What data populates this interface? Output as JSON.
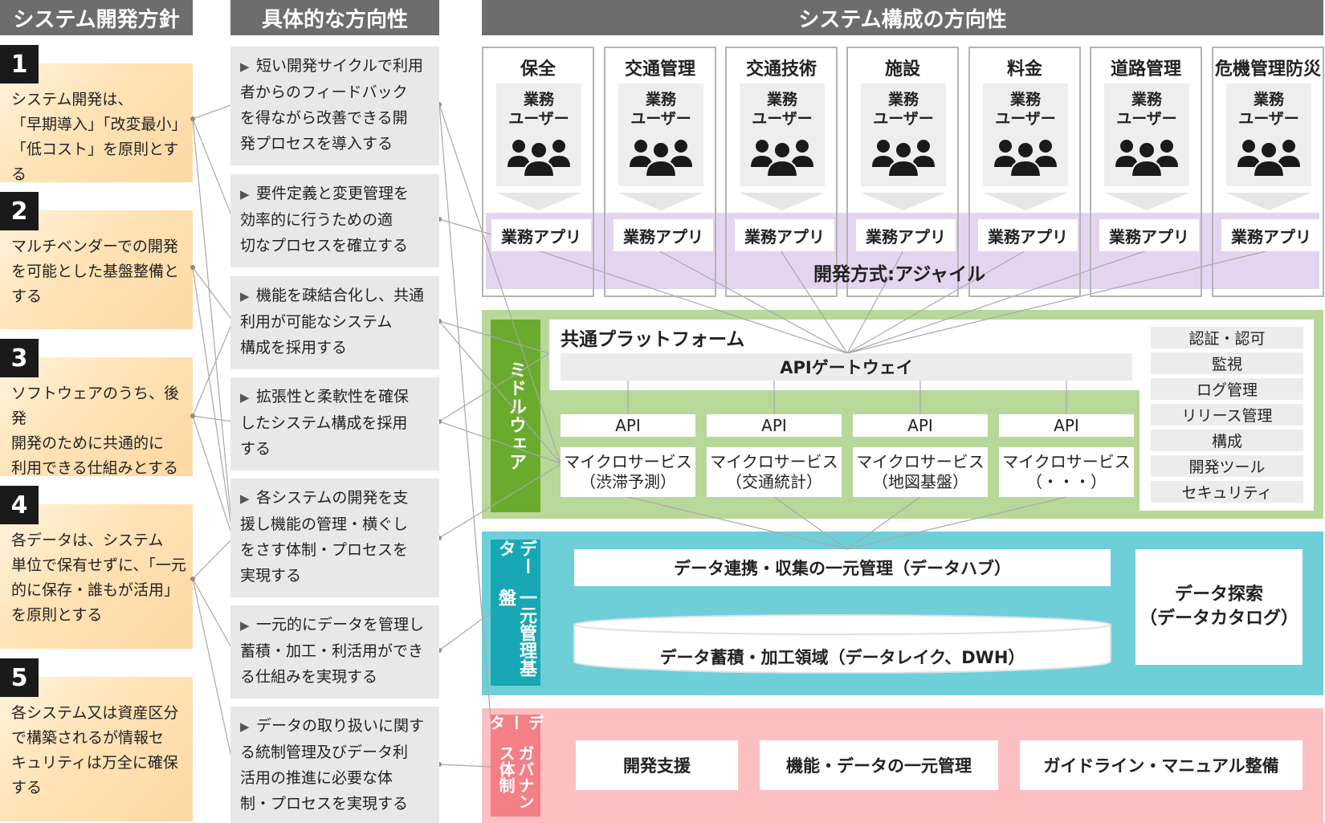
{
  "headers": {
    "policy": "システム開発方針",
    "direction": "具体的な方向性",
    "architecture": "システム構成の方向性"
  },
  "policies": [
    {
      "num": "1",
      "lines": [
        "システム開発は、",
        "「早期導入」「改変最小」",
        "「低コスト」を原則とする"
      ]
    },
    {
      "num": "2",
      "lines": [
        "マルチベンダーでの開発",
        "を可能とした基盤整備と",
        "する"
      ]
    },
    {
      "num": "3",
      "lines": [
        "ソフトウェアのうち、後発",
        "開発のために共通的に",
        "利用できる仕組みとする"
      ]
    },
    {
      "num": "4",
      "lines": [
        "各データは、システム",
        "単位で保有せずに、「一元",
        "的に保存・誰もが活用」",
        "を原則とする"
      ]
    },
    {
      "num": "5",
      "lines": [
        "各システム又は資産区分",
        "で構築されるが情報セ",
        "キュリティは万全に確保",
        "する"
      ]
    }
  ],
  "directions": [
    {
      "lines": [
        "短い開発サイクルで利用",
        "者からのフィードバック",
        "を得ながら改善できる開",
        "発プロセスを導入する"
      ]
    },
    {
      "lines": [
        "要件定義と変更管理を",
        "効率的に行うための適",
        "切なプロセスを確立する"
      ]
    },
    {
      "lines": [
        "機能を疎結合化し、共通",
        "利用が可能なシステム",
        "構成を採用する"
      ]
    },
    {
      "lines": [
        "拡張性と柔軟性を確保",
        "したシステム構成を採用",
        "する"
      ]
    },
    {
      "lines": [
        "各システムの開発を支",
        "援し機能の管理・横ぐし",
        "をさす体制・プロセスを",
        "実現する"
      ]
    },
    {
      "lines": [
        "一元的にデータを管理し",
        "蓄積・加工・利活用ができ",
        "る仕組みを実現する"
      ]
    },
    {
      "lines": [
        "データの取り扱いに関す",
        "る統制管理及びデータ利",
        "活用の推進に必要な体",
        "制・プロセスを実現する"
      ]
    }
  ],
  "systems": [
    {
      "name": "保全"
    },
    {
      "name": "交通管理"
    },
    {
      "name": "交通技術"
    },
    {
      "name": "施設"
    },
    {
      "name": "料金"
    },
    {
      "name": "道路管理"
    },
    {
      "name": "危機管理防災"
    }
  ],
  "user_label_1": "業務",
  "user_label_2": "ユーザー",
  "app_label": "業務アプリ",
  "agile_label": "開発方式:アジャイル",
  "middleware": {
    "side_label": "ミドルウェア",
    "platform_title": "共通プラットフォーム",
    "gateway": "APIゲートウェイ",
    "api_label": "API",
    "microservices": [
      {
        "line1": "マイクロサービス",
        "line2": "（渋滞予測）"
      },
      {
        "line1": "マイクロサービス",
        "line2": "（交通統計）"
      },
      {
        "line1": "マイクロサービス",
        "line2": "（地図基盤）"
      },
      {
        "line1": "マイクロサービス",
        "line2": "（・・・）"
      }
    ],
    "tools": [
      "認証・認可",
      "監視",
      "ログ管理",
      "リリース管理",
      "構成",
      "開発ツール",
      "セキュリティ"
    ]
  },
  "data": {
    "side_label_1": "データ",
    "side_label_2": "一元管理基盤",
    "hub": "データ連携・収集の一元管理（データハブ）",
    "lake": "データ蓄積・加工領域（データレイク、DWH）",
    "search_1": "データ探索",
    "search_2": "（データカタログ）"
  },
  "governance": {
    "side_label_1": "データ",
    "side_label_2": "ガバナンス体制",
    "items": [
      "開発支援",
      "機能・データの一元管理",
      "ガイドライン・マニュアル整備"
    ]
  },
  "colors": {
    "header": "#6d6d6d",
    "policy_bg": "#fcd9a4",
    "direction_bg": "#e8e8e8",
    "agile_band": "#e3d5f0",
    "middleware_bg": "#b8d89a",
    "middleware_side": "#6aab2e",
    "data_bg": "#6fcfd9",
    "data_side": "#17a7b5",
    "governance_bg": "#fcc0c2",
    "governance_side": "#f47f84"
  }
}
